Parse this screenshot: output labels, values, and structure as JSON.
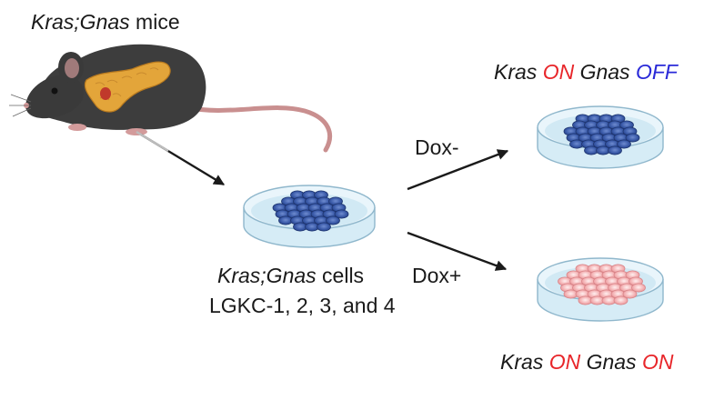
{
  "mouse_label": {
    "gene": "Kras;Gnas",
    "suffix": " mice"
  },
  "cells_label": {
    "gene": "Kras;Gnas",
    "suffix": " cells"
  },
  "cell_lines": "LGKC-1, 2, 3, and 4",
  "arrow_top": "Dox-",
  "arrow_bottom": "Dox+",
  "outcome_top": {
    "g1": "Kras",
    "s1": "ON",
    "g2": "Gnas",
    "s2": "OFF"
  },
  "outcome_bottom": {
    "g1": "Kras",
    "s1": "ON",
    "g2": "Gnas",
    "s2": "ON"
  },
  "colors": {
    "on": "#e8262a",
    "off": "#2a2ad8",
    "cells_blue": "#3a5aa8",
    "cells_pink": "#f2a9ab",
    "mouse": "#3d3d3d",
    "pancreas": "#e3a53a",
    "dish": "#d6ecf6"
  },
  "icons": [
    "mouse-illustration",
    "petri-dish-blue-cells",
    "petri-dish-pink-cells",
    "arrow"
  ]
}
